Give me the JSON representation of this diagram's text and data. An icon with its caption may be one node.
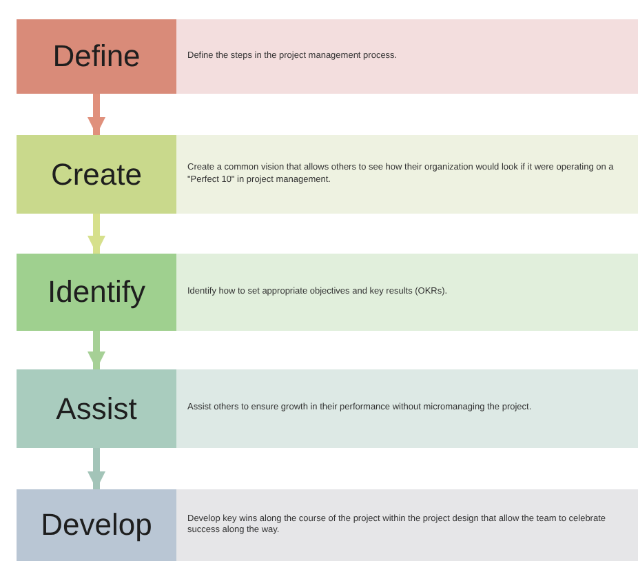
{
  "diagram": {
    "nodes": [
      {
        "text": [
          "Define"
        ]
      },
      {
        "text": [
          "Define the steps in the project management process."
        ]
      },
      {
        "text": [
          "Create"
        ]
      },
      {
        "text": [
          "Create a common vision that allows others to see how their organization would look if it were operating on a \"Perfect 10\" in project management."
        ]
      },
      {
        "text": [
          "Identify"
        ]
      },
      {
        "text": [
          "Identify how to set appropriate objectives and key results (OKRs)."
        ]
      },
      {
        "text": [
          "Assist"
        ]
      },
      {
        "text": [
          "Assist others to ensure growth in their performance without micromanaging the project."
        ]
      },
      {
        "text": [
          "Develop"
        ]
      },
      {
        "text": [
          "Develop key wins along the course of the project within the project design that allow the team to celebrate success along the way."
        ]
      }
    ],
    "edges": [
      {
        "from": 0,
        "to": 2,
        "arrow": "to",
        "color": "#e0907c"
      },
      {
        "from": 2,
        "to": 4,
        "arrow": "to",
        "color": "#d6e08c"
      },
      {
        "from": 4,
        "to": 6,
        "arrow": "to",
        "color": "#a6d096"
      },
      {
        "from": 6,
        "to": 8,
        "arrow": "to",
        "color": "#a3c4b8"
      }
    ]
  }
}
